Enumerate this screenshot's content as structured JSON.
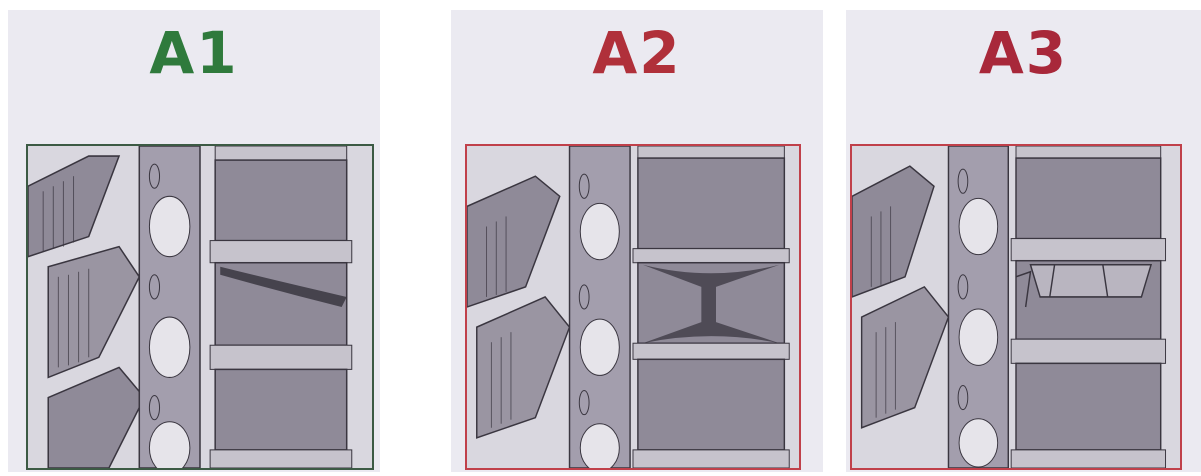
{
  "panels": [
    {
      "label": "A1",
      "label_color": "#2f7a3c",
      "frame_color": "#3c5a44"
    },
    {
      "label": "A2",
      "label_color": "#b0303a",
      "frame_color": "#c0404a"
    },
    {
      "label": "A3",
      "label_color": "#a8283a",
      "frame_color": "#c0404a"
    }
  ],
  "colors": {
    "panel_bg": "#ebeaf1",
    "vertebra": "#8f8a98",
    "disc": "#c6c3cc",
    "hole": "#e6e4ea",
    "line": "#3a3640"
  }
}
